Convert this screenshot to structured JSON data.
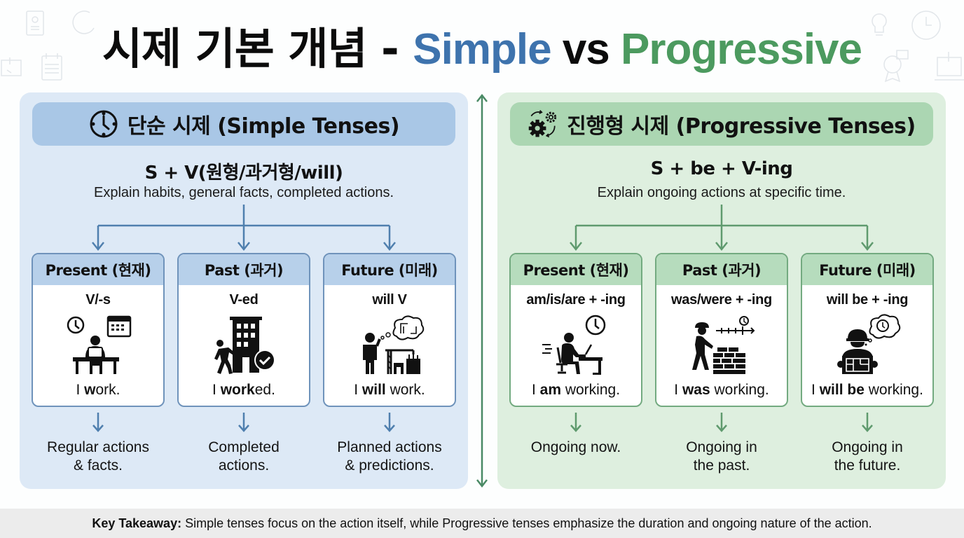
{
  "title": {
    "korean": "시제 기본 개념 - ",
    "simple": "Simple",
    "vs": " vs ",
    "progressive": "Progressive",
    "colors": {
      "simple": "#3e73ad",
      "progressive": "#4c9a5f",
      "korean": "#0b0b0b"
    }
  },
  "decorative_icons": [
    "book-icon",
    "clock-icon",
    "presentation-icon",
    "calendar-icon",
    "lightbulb-icon",
    "clock-icon",
    "award-icon",
    "laptop-icon"
  ],
  "simple": {
    "header": {
      "icon": "clock-icon",
      "label": "단순 시제 (Simple Tenses)"
    },
    "formula": "S + V(원형/과거형/will)",
    "explanation": "Explain habits, general facts, completed actions.",
    "accent": "#4f7fae",
    "cards": [
      {
        "title": "Present (현재)",
        "form": "V/-s",
        "icon": "person-at-desk-with-clock-calendar-icon",
        "example_pre": "I ",
        "example_bold": "w",
        "example_post": "ork.",
        "description_1": "Regular actions",
        "description_2": "& facts."
      },
      {
        "title": "Past (과거)",
        "form": "V-ed",
        "icon": "person-walking-building-check-icon",
        "example_pre": "I ",
        "example_bold": "work",
        "example_post": "ed.",
        "description_1": "Completed",
        "description_2": "actions."
      },
      {
        "title": "Future (미래)",
        "form": "will V",
        "icon": "person-thinking-construction-icon",
        "example_pre": "I ",
        "example_bold": "will",
        "example_post": " work.",
        "description_1": "Planned actions",
        "description_2": "& predictions."
      }
    ]
  },
  "progressive": {
    "header": {
      "icon": "gears-cycle-icon",
      "label": "진행형 시제 (Progressive Tenses)"
    },
    "formula": "S + be + V-ing",
    "explanation": "Explain ongoing actions at specific time.",
    "accent": "#5f9a6e",
    "cards": [
      {
        "title": "Present (현재)",
        "form": "am/is/are + -ing",
        "icon": "person-working-laptop-clock-icon",
        "example_pre": "I ",
        "example_bold": "am",
        "example_post": " working.",
        "description_1": "Ongoing now.",
        "description_2": ""
      },
      {
        "title": "Past (과거)",
        "form": "was/were + -ing",
        "icon": "worker-building-bricks-timeline-icon",
        "example_pre": "I ",
        "example_bold": "was",
        "example_post": " working.",
        "description_1": "Ongoing in",
        "description_2": "the past."
      },
      {
        "title": "Future (미래)",
        "form": "will be + -ing",
        "icon": "worker-blueprint-thinking-clock-icon",
        "example_pre": "I ",
        "example_bold": "will be",
        "example_post": " working.",
        "description_1": "Ongoing in",
        "description_2": "the future."
      }
    ]
  },
  "divider": {
    "icon": "double-arrow-vertical-icon",
    "color": "#4a8a65"
  },
  "footer": {
    "label": "Key Takeaway:",
    "text": "Simple tenses focus on the action itself, while Progressive tenses emphasize the duration and ongoing nature of the action."
  }
}
